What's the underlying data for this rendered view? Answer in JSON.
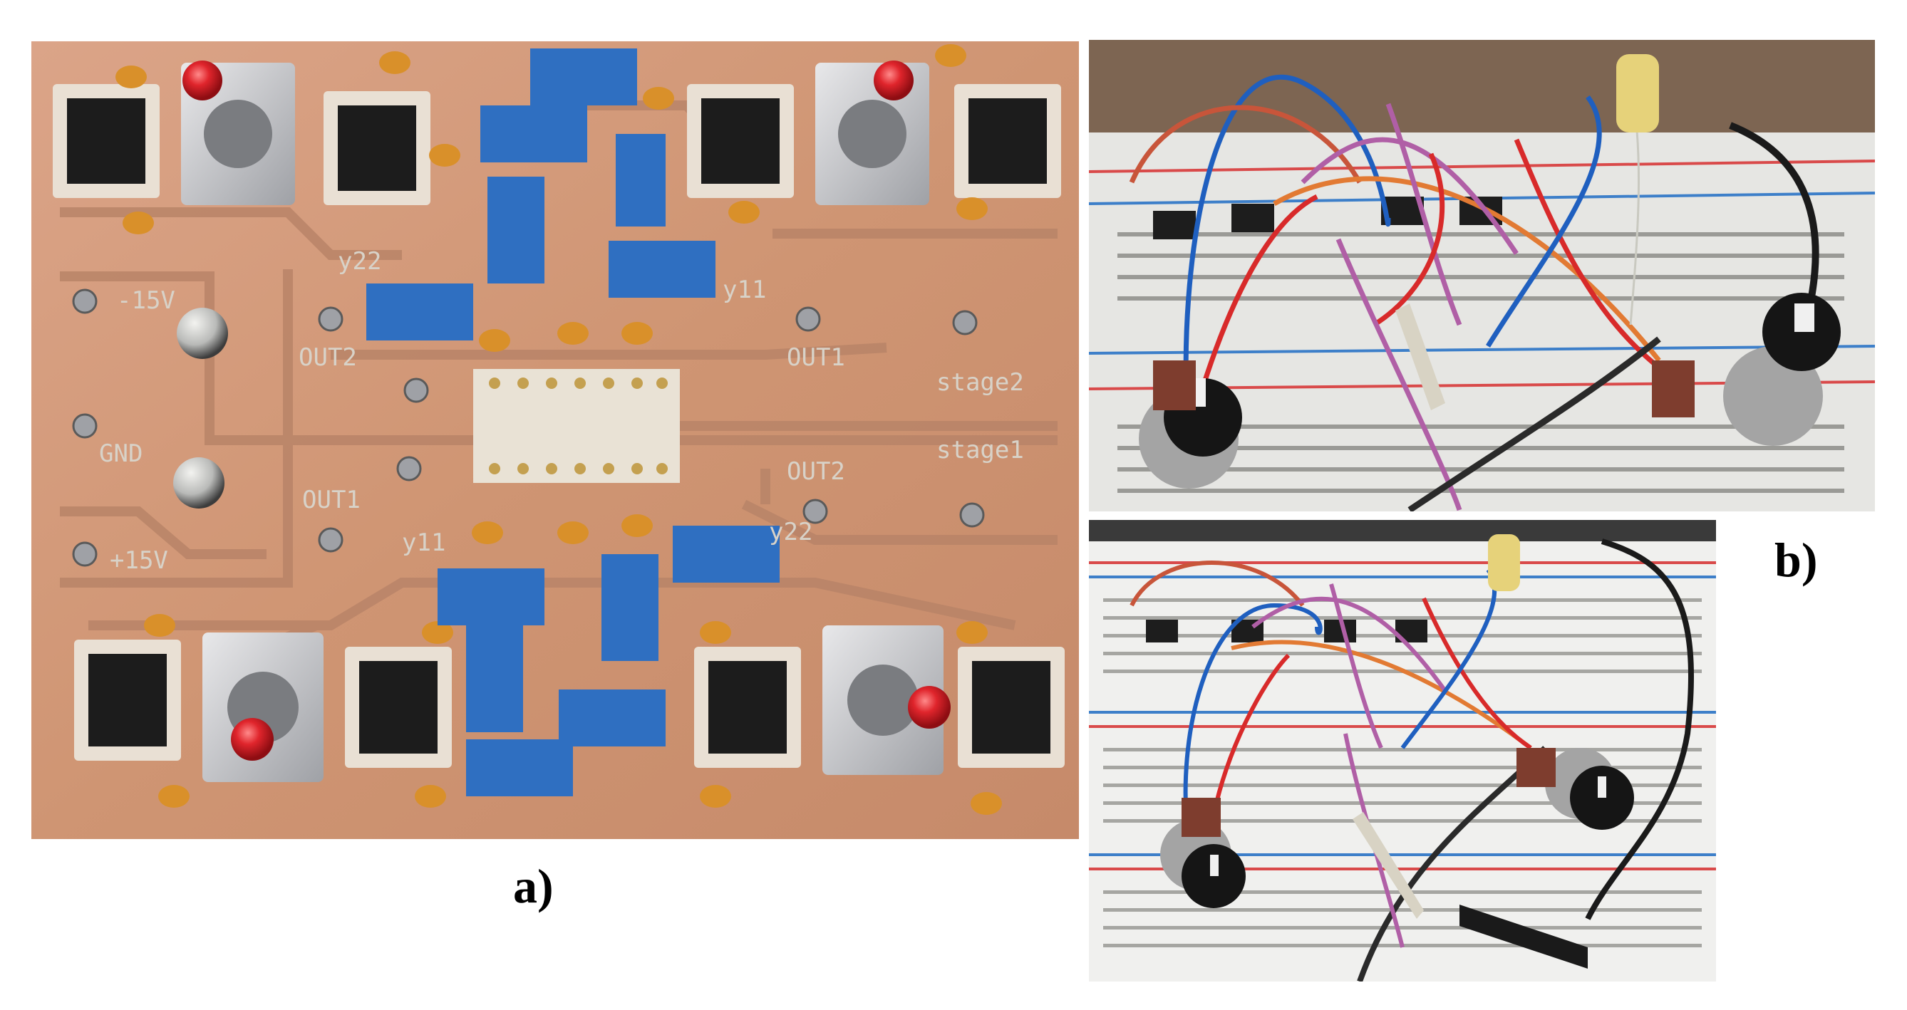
{
  "figure": {
    "panel_a": {
      "caption": "a)",
      "silkscreen_labels": {
        "neg_supply": "-15V",
        "ground": "GND",
        "pos_supply": "+15V",
        "y22_top": "y22",
        "y11_top": "y11",
        "out2_top": "OUT2",
        "out1_top": "OUT1",
        "stage2": "stage2",
        "stage1": "stage1",
        "out1_bottom": "OUT1",
        "out2_bottom": "OUT2",
        "y11_bottom": "y11",
        "y22_bottom": "y22"
      }
    },
    "panel_b": {
      "caption": "b)"
    }
  },
  "colors": {
    "copper": "#d39b7a",
    "trace": "#b98468",
    "pot_blue": "#2f6fc1",
    "cap_orange": "#d9902a",
    "led_red": "#e0252c",
    "breadboard": "#ececea"
  }
}
